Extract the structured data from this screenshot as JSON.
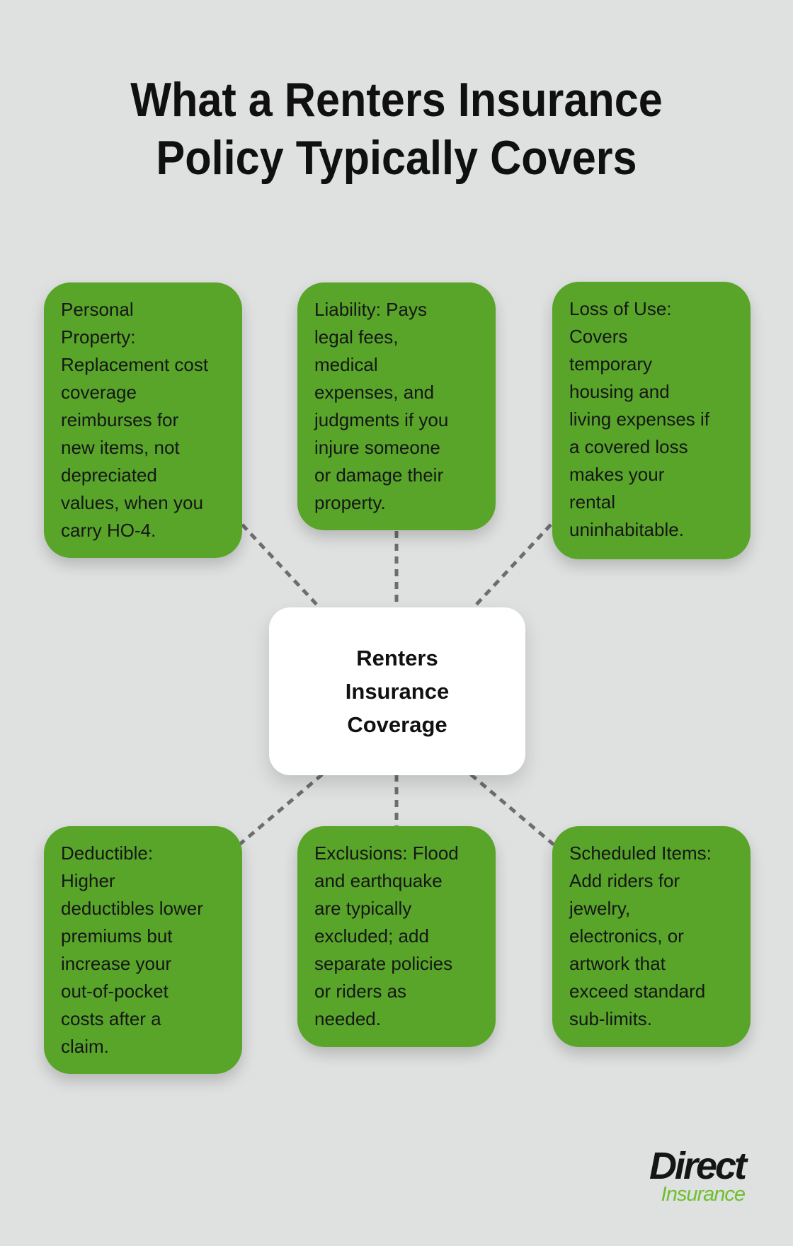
{
  "title": {
    "line1": "What a Renters Insurance",
    "line2": "Policy Typically Covers"
  },
  "center": {
    "text": "Renters\nInsurance\nCoverage"
  },
  "boxes": [
    {
      "id": "personal-property",
      "text": "Personal\nProperty:\nReplacement cost\ncoverage\nreimburses for\nnew items, not\ndepreciated\nvalues, when you\ncarry HO-4."
    },
    {
      "id": "liability",
      "text": "Liability: Pays\nlegal fees,\nmedical\nexpenses, and\njudgments if you\ninjure someone\nor damage their\nproperty."
    },
    {
      "id": "loss-of-use",
      "text": "Loss of Use:\nCovers\ntemporary\nhousing and\nliving expenses if\na covered loss\nmakes your\nrental\nuninhabitable."
    },
    {
      "id": "deductible",
      "text": "Deductible:\nHigher\ndeductibles lower\npremiums but\nincrease your\nout-of-pocket\ncosts after a\nclaim."
    },
    {
      "id": "exclusions",
      "text": "Exclusions: Flood\nand earthquake\nare typically\nexcluded; add\nseparate policies\nor riders as\nneeded."
    },
    {
      "id": "scheduled-items",
      "text": "Scheduled Items:\nAdd riders for\njewelry,\nelectronics, or\nartwork that\nexceed standard\nsub-limits."
    }
  ],
  "logo": {
    "name": "Direct",
    "tagline": "Insurance"
  },
  "colors": {
    "background": "#dfe0e0",
    "box_green": "#58a52a",
    "text_dark": "#161616",
    "connector_gray": "#6d6d6d",
    "logo_green": "#6dbf2e"
  }
}
